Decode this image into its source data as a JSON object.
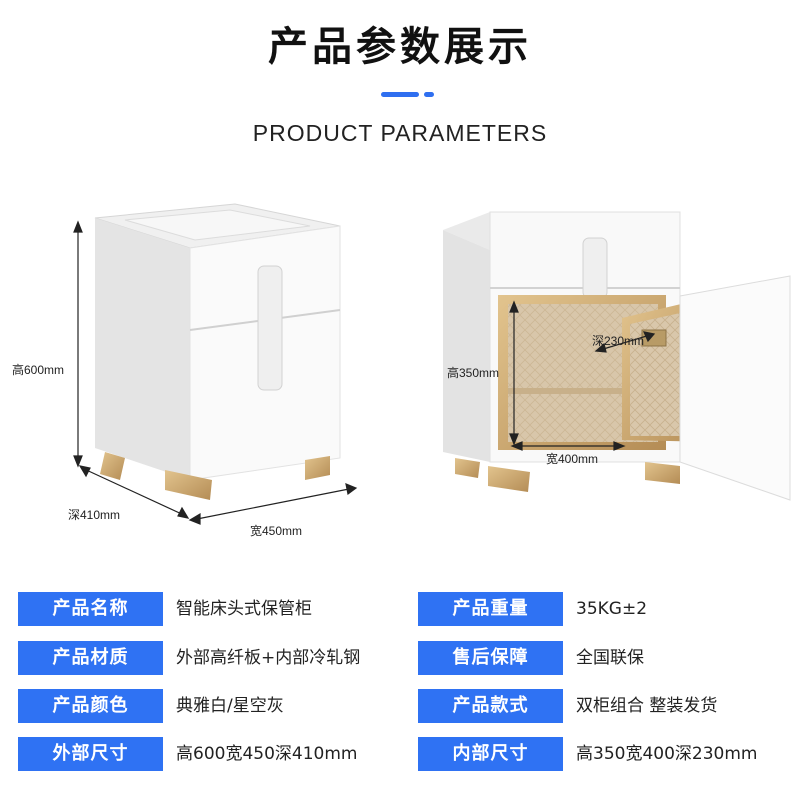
{
  "header": {
    "title": "产品参数展示",
    "subtitle": "PRODUCT PARAMETERS"
  },
  "dimensions": {
    "left_height": "高600mm",
    "left_depth": "深410mm",
    "left_width": "宽450mm",
    "inner_depth": "深230mm",
    "inner_height": "高350mm",
    "inner_width": "宽400mm"
  },
  "specs": [
    {
      "label": "产品名称",
      "value": "智能床头式保管柜"
    },
    {
      "label": "产品重量",
      "value": "35KG±2"
    },
    {
      "label": "产品材质",
      "value": "外部高纤板+内部冷轧钢"
    },
    {
      "label": "售后保障",
      "value": "全国联保"
    },
    {
      "label": "产品颜色",
      "value": "典雅白/星空灰"
    },
    {
      "label": "产品款式",
      "value": "双柜组合 整装发货"
    },
    {
      "label": "外部尺寸",
      "value": "高600宽450深410mm"
    },
    {
      "label": "内部尺寸",
      "value": "高350宽400深230mm"
    }
  ],
  "colors": {
    "accent": "#2f72f3",
    "gold": "#c9a96e"
  }
}
